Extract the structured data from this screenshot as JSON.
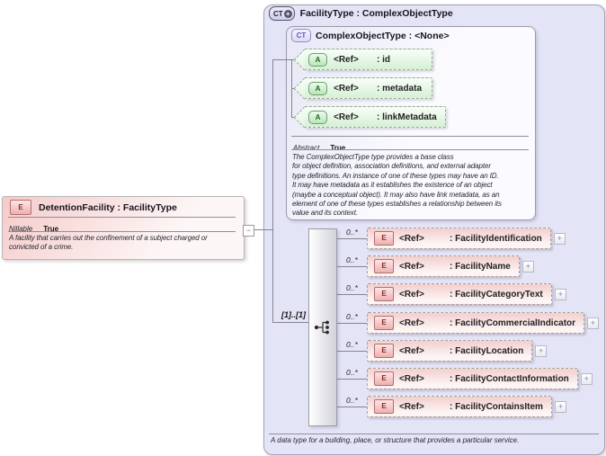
{
  "icons": {
    "expand": "+",
    "collapse": "−",
    "plus_overlay": "+"
  },
  "detention_facility": {
    "badge": "E",
    "title": "DetentionFacility : FacilityType",
    "property_label": "Nillable",
    "property_value": "True",
    "description": "A facility that carries out the confinement of a subject charged or\nconvicted of a crime."
  },
  "connector": {
    "source_multiplicity": "[1]..[1]"
  },
  "facility_type": {
    "badge": "CT",
    "title": "FacilityType : ComplexObjectType",
    "footer": "A data type for a building, place, or structure that provides a particular service.",
    "base": {
      "badge": "CT",
      "title": "ComplexObjectType : <None>",
      "property_label": "Abstract",
      "property_value": "True",
      "description": "The ComplexObjectType type provides a base class\nfor object definition, association definitions, and external adapter\ntype definitions. An instance of one of these types may have an ID.\nIt may have metadata as it establishes the existence of an object\n(maybe a conceptual object). It may also have link metadata, as an\nelement of one of these types establishes a relationship between its\nvalue and its context.",
      "attributes": [
        {
          "badge": "A",
          "ref": "<Ref>",
          "name": ": id"
        },
        {
          "badge": "A",
          "ref": "<Ref>",
          "name": ": metadata"
        },
        {
          "badge": "A",
          "ref": "<Ref>",
          "name": ": linkMetadata"
        }
      ]
    },
    "elements": [
      {
        "badge": "E",
        "ref": "<Ref>",
        "name": ": FacilityIdentification",
        "multiplicity": "0..*"
      },
      {
        "badge": "E",
        "ref": "<Ref>",
        "name": ": FacilityName",
        "multiplicity": "0..*"
      },
      {
        "badge": "E",
        "ref": "<Ref>",
        "name": ": FacilityCategoryText",
        "multiplicity": "0..*"
      },
      {
        "badge": "E",
        "ref": "<Ref>",
        "name": ": FacilityCommercialIndicator",
        "multiplicity": "0..*"
      },
      {
        "badge": "E",
        "ref": "<Ref>",
        "name": ": FacilityLocation",
        "multiplicity": "0..*"
      },
      {
        "badge": "E",
        "ref": "<Ref>",
        "name": ": FacilityContactInformation",
        "multiplicity": "0..*"
      },
      {
        "badge": "E",
        "ref": "<Ref>",
        "name": ": FacilityContainsItem",
        "multiplicity": "0..*"
      }
    ]
  }
}
